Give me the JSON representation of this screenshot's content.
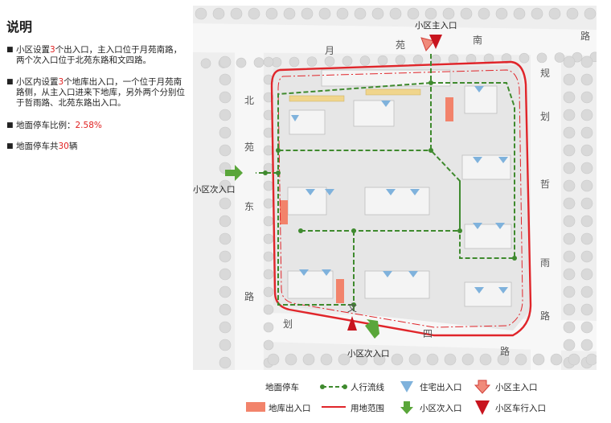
{
  "title": "说明",
  "notes": [
    {
      "prefix": "小区设置",
      "num": "3",
      "suffix": "个出入口，主入口位于月苑南路，两个次入口位于北苑东路和文四路。"
    },
    {
      "prefix": "小区内设置",
      "num": "3",
      "suffix": "个地库出入口，一个位于月苑南路侧，从主入口进来下地库，另外两个分别位于哲雨路、北苑东路出入口。"
    },
    {
      "prefix": "地面停车比例：",
      "num": "2.58%",
      "suffix": ""
    },
    {
      "prefix": "地面停车共",
      "num": "30",
      "suffix": "辆"
    }
  ],
  "map_labels": {
    "main_entrance": "小区主入口",
    "west_entrance": "小区次入口",
    "south_entrance": "小区次入口"
  },
  "road_chars": {
    "north": [
      "月",
      "苑",
      "南",
      "路"
    ],
    "west": [
      "北",
      "苑",
      "东",
      "路"
    ],
    "east": [
      "规",
      "划",
      "哲",
      "雨",
      "路"
    ],
    "south": [
      "划",
      "文",
      "四",
      "路"
    ]
  },
  "legend": {
    "surface_parking": "地面停车",
    "pedestrian_flow": "人行流线",
    "residential_entrance": "住宅出入口",
    "main_entrance": "小区主入口",
    "garage_entrance": "地库出入口",
    "site_boundary": "用地范围",
    "secondary_entrance": "小区次入口",
    "vehicle_entrance": "小区车行入口"
  },
  "colors": {
    "boundary": "#e0252a",
    "flow": "#3f8a2e",
    "residential_marker": "#7fb2dc",
    "parking": "#f0d58c",
    "garage": "#f2836b",
    "arrow_green": "#5aa63a",
    "vehicle_marker": "#c8141e",
    "main_arrow": "#f08a7a"
  }
}
